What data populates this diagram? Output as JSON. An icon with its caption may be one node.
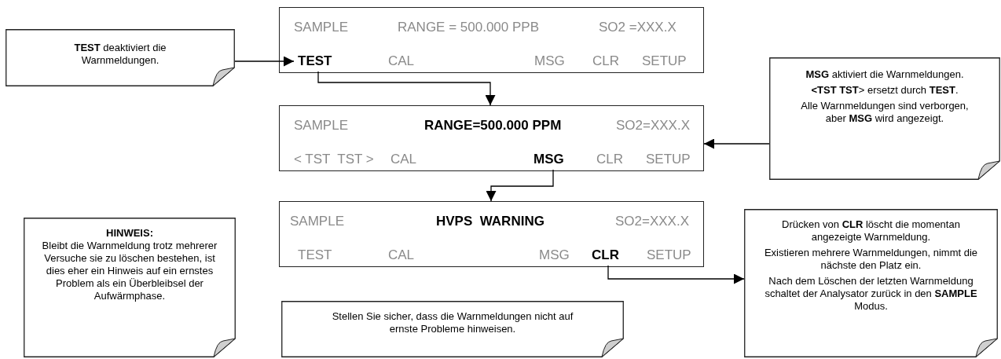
{
  "diagram": {
    "nodes": [
      {
        "text": [
          "**TEST** deaktiviert die Warnmeldungen."
        ]
      },
      {
        "text": [
          "SAMPLE",
          "RANGE = 500.000 PPB",
          "SO2 =XXX.X",
          "CAL",
          "MSG",
          "CLR",
          "SETUP"
        ]
      },
      {
        "text": [
          "TEST"
        ],
        "in": 1
      },
      {
        "text": [
          "**MSG** aktiviert die Warnmeldungen.",
          "**<TST  TST**> ersetzt durch **TEST**.",
          "Alle Warnmeldungen sind verborgen, aber **MSG** wird angezeigt."
        ]
      },
      {
        "text": [
          "SAMPLE",
          "RANGE=500.000 PPM",
          "SO2=XXX.X",
          "< TST  TST >",
          "CAL",
          "CLR",
          "SETUP"
        ]
      },
      {
        "text": [
          "MSG"
        ],
        "in": 4
      },
      {
        "text": [
          "HINWEIS:",
          "Bleibt die Warnmeldung trotz mehrerer Versuche sie zu löschen bestehen, ist dies eher ein Hinweis auf ein ernstes Problem als ein Überbleibsel der Aufwärmphase."
        ]
      },
      {
        "text": [
          "SAMPLE",
          "HVPS  WARNING",
          "SO2=XXX.X",
          "TEST",
          "CAL",
          "MSG",
          "SETUP"
        ]
      },
      {
        "text": [
          "CLR"
        ],
        "in": 7
      },
      {
        "text": [
          "Drücken von **CLR** löscht die momentan angezeigte Warnmeldung.",
          "Existieren mehrere Warnmeldungen, nimmt die nächste den Platz ein.",
          "Nach dem Löschen der letzten Warnmeldung schaltet der Analysator zurück in den **SAMPLE** Modus."
        ]
      },
      {
        "text": [
          "Stellen Sie sicher, dass die Warnmeldungen nicht auf ernste Probleme hinweisen."
        ]
      }
    ],
    "edges": [
      {
        "from": 0,
        "to": 2,
        "arrow": "to"
      },
      {
        "from": 2,
        "to": 4,
        "arrow": "to"
      },
      {
        "from": 3,
        "to": 4,
        "arrow": "to"
      },
      {
        "from": 5,
        "to": 7,
        "arrow": "to"
      },
      {
        "from": 8,
        "to": 9,
        "arrow": "to"
      }
    ]
  }
}
